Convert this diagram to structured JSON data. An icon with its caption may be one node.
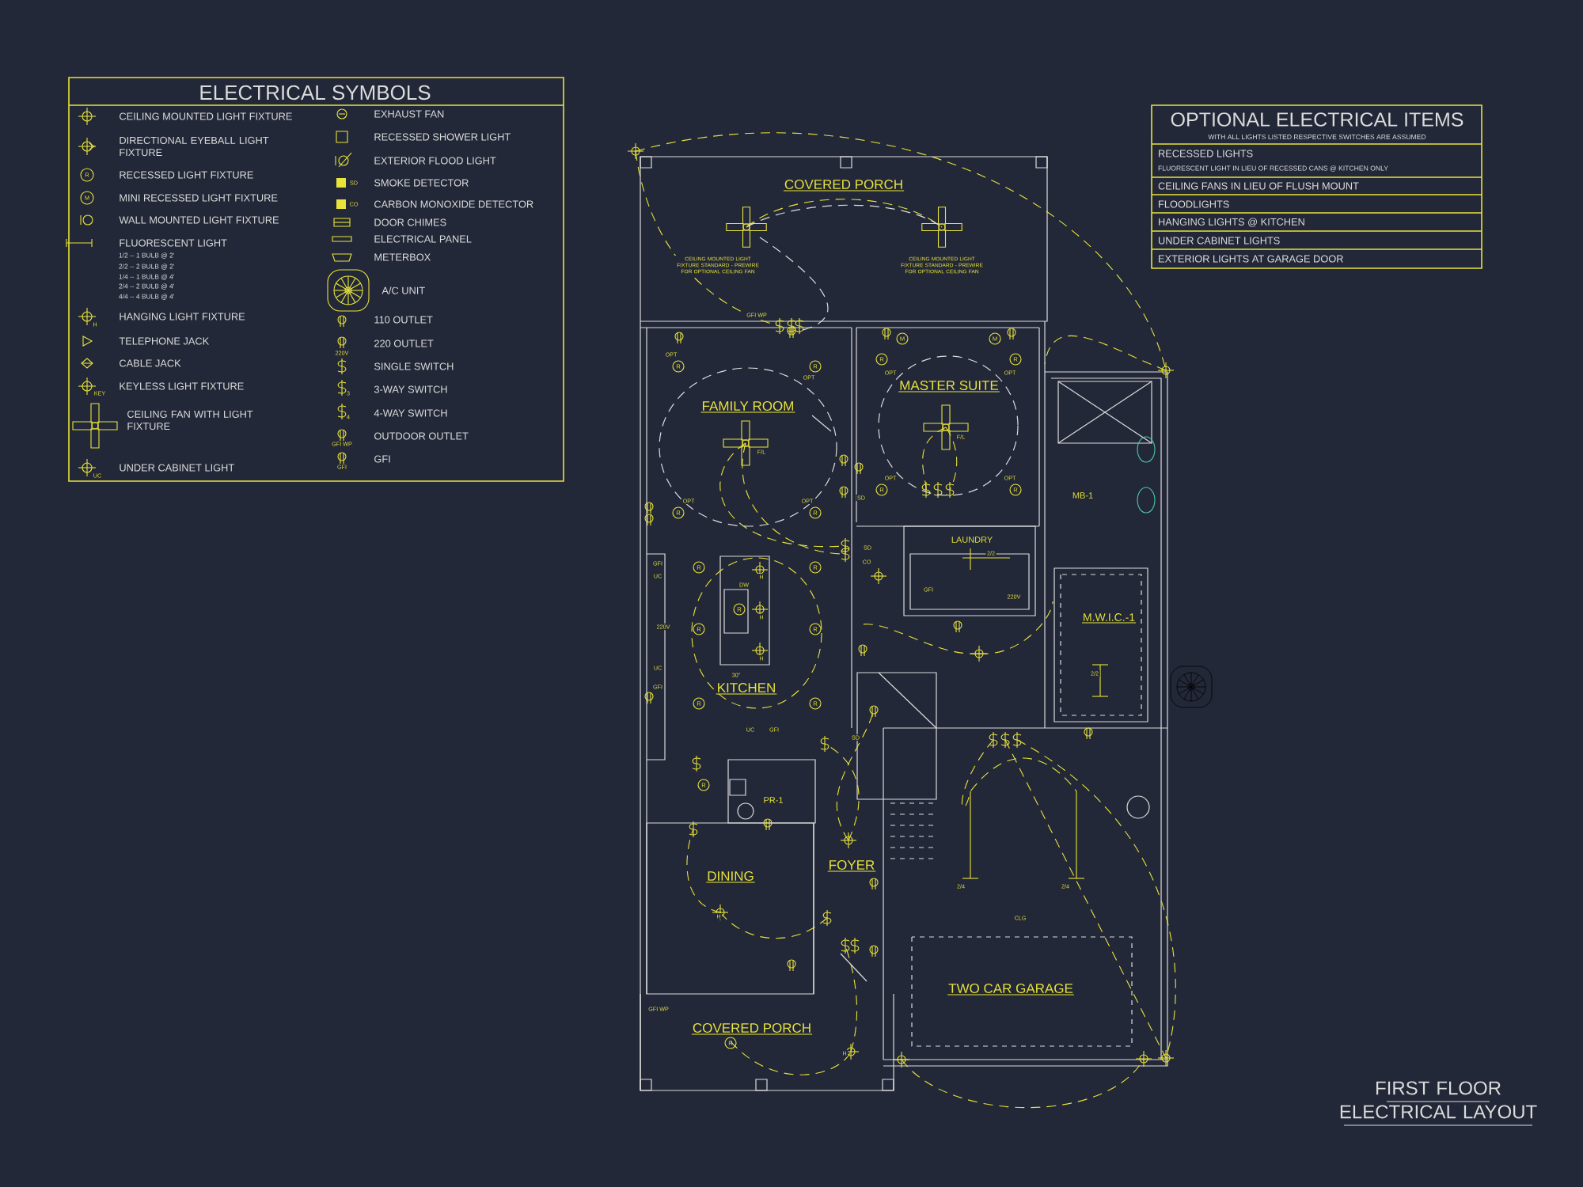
{
  "diagram": {
    "title": "FIRST FLOOR ELECTRICAL LAYOUT",
    "labels": [
      "ELECTRICAL SYMBOLS",
      "1/2 -- 1 BULB @ 2'",
      "2/2 -- 2 BULB @ 2'",
      "1/4 -- 1 BULB @ 4'",
      "2/4 -- 2 BULB @ 4'",
      "4/4 -- 4 BULB @ 4'",
      "R",
      "M",
      "H",
      "KEY",
      "UC",
      "SD",
      "CO",
      "220V",
      "3",
      "4",
      "GFI WP",
      "GFI",
      "OPTIONAL ELECTRICAL ITEMS",
      "WITH ALL LIGHTS LISTED RESPECTIVE SWITCHES ARE ASSUMED",
      "RECESSED LIGHTS",
      "FLUORESCENT LIGHT IN LIEU OF RECESSED CANS @ KITCHEN ONLY",
      "CEILING FANS IN LIEU OF FLUSH MOUNT",
      "FLOODLIGHTS",
      "HANGING LIGHTS @ KITCHEN",
      "UNDER CABINET LIGHTS",
      "EXTERIOR LIGHTS AT GARAGE DOOR",
      "COVERED PORCH",
      "CEILING MOUNTED LIGHT FIXTURE STANDARD - PREWIRE FOR OPTIONAL CEILING FAN",
      "CEILING MOUNTED LIGHT FIXTURE STANDARD - PREWIRE FOR OPTIONAL CEILING FAN",
      "GFI WP",
      "FAMILY ROOM",
      "MASTER SUITE",
      "F/L",
      "F/L",
      "OPT",
      "OPT",
      "OPT",
      "OPT",
      "OPT",
      "OPT",
      "OPT",
      "OPT",
      "R",
      "R",
      "R",
      "R",
      "R",
      "R",
      "R",
      "R",
      "M",
      "M",
      "SD",
      "MB-1",
      "LAUNDRY",
      "2/2",
      "SD",
      "CO",
      "GFI",
      "220V",
      "M.W.I.C.-1",
      "2/2",
      "GFI",
      "UC",
      "DW",
      "H",
      "H",
      "220V",
      "H",
      "UC",
      "30\"",
      "GFI",
      "KITCHEN",
      "R",
      "R",
      "R",
      "R",
      "R",
      "R",
      "R",
      "UC",
      "GFI",
      "SD",
      "R",
      "PR-1",
      "FOYER",
      "DINING",
      "H",
      "2/4",
      "2/4",
      "CLG",
      "TWO CAR GARAGE",
      "GFI WP",
      "COVERED PORCH",
      "R",
      "H"
    ],
    "legend": [
      {
        "text": "CEILING MOUNTED LIGHT FIXTURE"
      },
      {
        "text": "DIRECTIONAL EYEBALL LIGHT FIXTURE"
      },
      {
        "text": "RECESSED LIGHT FIXTURE"
      },
      {
        "text": "MINI RECESSED LIGHT FIXTURE"
      },
      {
        "text": "WALL MOUNTED LIGHT FIXTURE"
      },
      {
        "text": "FLUORESCENT LIGHT"
      },
      {
        "text": "HANGING LIGHT FIXTURE"
      },
      {
        "text": "TELEPHONE JACK"
      },
      {
        "text": "CABLE JACK"
      },
      {
        "text": "KEYLESS LIGHT FIXTURE"
      },
      {
        "text": "CEILING FAN WITH LIGHT FIXTURE"
      },
      {
        "text": "UNDER CABINET LIGHT"
      },
      {
        "text": "EXHAUST FAN"
      },
      {
        "text": "RECESSED SHOWER LIGHT"
      },
      {
        "text": "EXTERIOR FLOOD LIGHT"
      },
      {
        "text": "SMOKE DETECTOR"
      },
      {
        "text": "CARBON MONOXIDE DETECTOR"
      },
      {
        "text": "DOOR CHIMES"
      },
      {
        "text": "ELECTRICAL PANEL"
      },
      {
        "text": "METERBOX"
      },
      {
        "text": "A/C UNIT"
      },
      {
        "text": "110 OUTLET"
      },
      {
        "text": "220 OUTLET"
      },
      {
        "text": "SINGLE SWITCH"
      },
      {
        "text": "3-WAY SWITCH"
      },
      {
        "text": "4-WAY SWITCH"
      },
      {
        "text": "OUTDOOR OUTLET"
      },
      {
        "text": "GFI"
      }
    ]
  }
}
